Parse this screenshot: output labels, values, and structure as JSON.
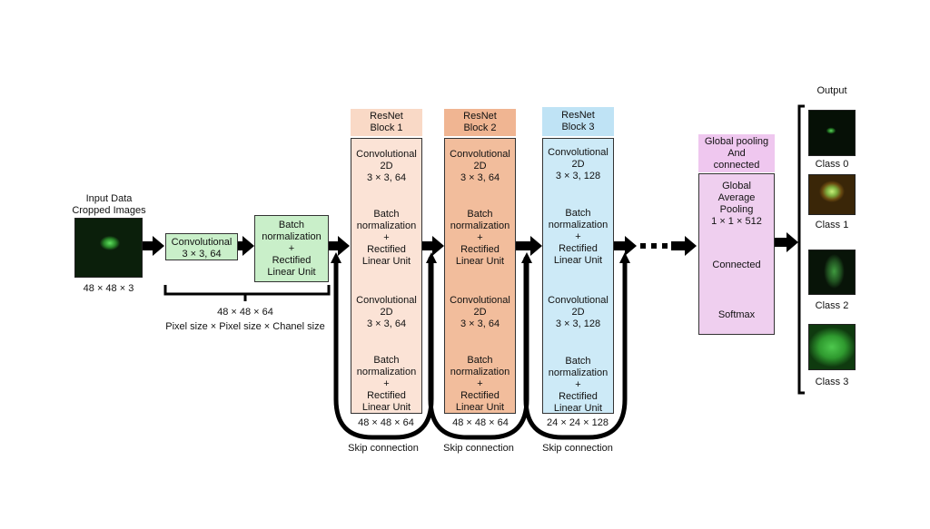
{
  "input": {
    "title_lines": [
      "Input Data",
      "Cropped Images"
    ],
    "size": "48 × 48 × 3"
  },
  "conv0": {
    "lines": [
      "Convolutional",
      "3 × 3, 64"
    ]
  },
  "bn0": {
    "lines": [
      "Batch",
      "normalization",
      "+",
      "Rectified",
      "Linear Unit"
    ]
  },
  "brace": {
    "size": "48 × 48 × 64",
    "caption": "Pixel size × Pixel size × Chanel size"
  },
  "blocks": [
    {
      "header": [
        "ResNet",
        "Block 1"
      ],
      "layers": [
        [
          "Convolutional",
          "2D",
          "3 × 3, 64"
        ],
        [
          "Batch",
          "normalization",
          "+",
          "Rectified",
          "Linear Unit"
        ],
        [
          "Convolutional",
          "2D",
          "3 × 3, 64"
        ],
        [
          "Batch",
          "normalization",
          "+",
          "Rectified",
          "Linear Unit"
        ]
      ],
      "size": "48 × 48 × 64",
      "skip": "Skip connection"
    },
    {
      "header": [
        "ResNet",
        "Block 2"
      ],
      "layers": [
        [
          "Convolutional",
          "2D",
          "3 × 3, 64"
        ],
        [
          "Batch",
          "normalization",
          "+",
          "Rectified",
          "Linear Unit"
        ],
        [
          "Convolutional",
          "2D",
          "3 × 3, 64"
        ],
        [
          "Batch",
          "normalization",
          "+",
          "Rectified",
          "Linear Unit"
        ]
      ],
      "size": "48 × 48 × 64",
      "skip": "Skip connection"
    },
    {
      "header": [
        "ResNet",
        "Block 3"
      ],
      "layers": [
        [
          "Convolutional",
          "2D",
          "3 × 3, 128"
        ],
        [
          "Batch",
          "normalization",
          "+",
          "Rectified",
          "Linear Unit"
        ],
        [
          "Convolutional",
          "2D",
          "3 × 3, 128"
        ],
        [
          "Batch",
          "normalization",
          "+",
          "Rectified",
          "Linear Unit"
        ]
      ],
      "size": "24 × 24 × 128",
      "skip": "Skip connection"
    }
  ],
  "global": {
    "header": [
      "Global pooling",
      "And",
      "connected"
    ],
    "gap": [
      "Global",
      "Average",
      "Pooling",
      "1 × 1 × 512"
    ],
    "connected": "Connected",
    "softmax": "Softmax"
  },
  "output": {
    "title": "Output",
    "classes": [
      "Class 0",
      "Class 1",
      "Class 2",
      "Class 3"
    ]
  },
  "colors": {
    "green_box": "#c9efc9",
    "block1": "#fbe3d6",
    "block1_header": "#f9d9c6",
    "block2": "#f2bd9c",
    "block2_header": "#f0b592",
    "block3": "#cdeaf7",
    "block3_header": "#bfe3f5",
    "global": "#efcfef",
    "global_header": "#efc7ef"
  }
}
